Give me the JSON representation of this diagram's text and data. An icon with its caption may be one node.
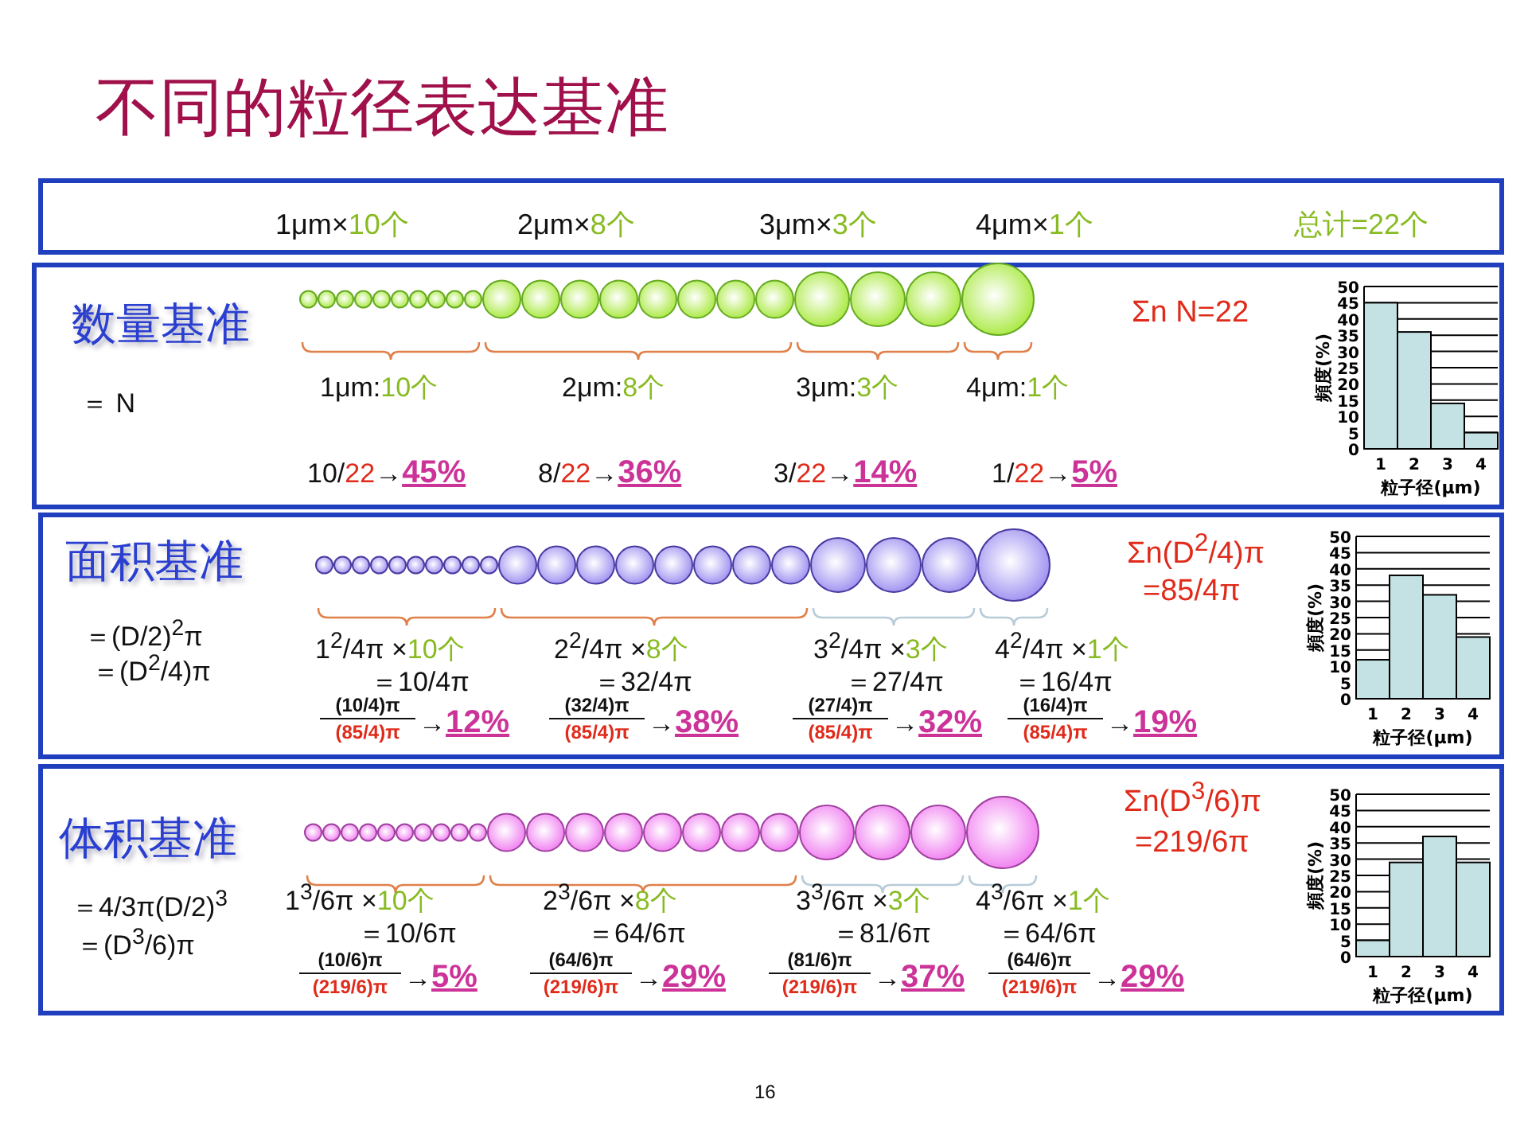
{
  "diagram": {
    "title": "不同的粒径表达基准",
    "nodes": [
      {
        "text": [
          "1μm×10个",
          "2μm×8个",
          "3μm×3个",
          "4μm×1个",
          "总计=22个"
        ]
      },
      {
        "text": [
          "数量基准",
          "Σn N=22",
          "＝ N",
          "1μm:10个",
          "2μm:8个",
          "3μm:3个",
          "4μm:1个",
          "10/22→45%",
          "8/22→36%",
          "3/22→14%",
          "1/22→5%"
        ]
      },
      {
        "text": [
          "面积基准",
          "Σn(D$^{2}$/4)π",
          "=85/4π",
          "＝(D/2)$^{2}$π",
          "＝(D$^{2}$/4)π",
          "1$^{2}$/4π ×10个",
          "2$^{2}$/4π ×8个",
          "3$^{2}$/4π ×3个",
          "4$^{2}$/4π ×1个",
          "＝10/4π",
          "＝32/4π",
          "＝27/4π",
          "＝16/4π",
          "(10/4)π",
          "(85/4)π",
          "→12%",
          "(32/4)π",
          "(85/4)π",
          "→38%",
          "(27/4)π",
          "(85/4)π",
          "→32%",
          "(16/4)π",
          "(85/4)π",
          "→19%"
        ]
      },
      {
        "text": [
          "体积基准",
          "Σn(D$^{3}$/6)π",
          "=219/6π",
          "＝4/3π(D/2)$^{3}$",
          "＝(D$^{3}$/6)π",
          "1$^{3}$/6π ×10个",
          "2$^{3}$/6π ×8个",
          "3$^{3}$/6π ×3个",
          "4$^{3}$/6π ×1个",
          "＝10/6π",
          "＝64/6π",
          "＝81/6π",
          "＝64/6π",
          "(10/6)π",
          "(219/6)π",
          "→5%",
          "(64/6)π",
          "(219/6)π",
          "→29%",
          "(81/6)π",
          "(219/6)π",
          "→37%",
          "(64/6)π",
          "(219/6)π",
          "→29%"
        ]
      }
    ],
    "labels": [
      "16"
    ],
    "chart_data": [
      {
        "type": "bar",
        "xlabel": "粒子径(μm)",
        "ylabel": "頻度(%)",
        "categories": [
          "1",
          "2",
          "3",
          "4"
        ],
        "series": [
          {
            "color": "#c4e2e4",
            "values": [
              45,
              36,
              14,
              5
            ]
          }
        ],
        "grid": true,
        "ylim": [
          0,
          50
        ],
        "yticks": [
          0,
          5,
          10,
          15,
          20,
          25,
          30,
          35,
          40,
          45,
          50
        ]
      },
      {
        "type": "bar",
        "xlabel": "粒子径(μm)",
        "ylabel": "頻度(%)",
        "categories": [
          "1",
          "2",
          "3",
          "4"
        ],
        "series": [
          {
            "color": "#c4e2e4",
            "values": [
              12,
              38,
              32,
              19
            ]
          }
        ],
        "grid": true,
        "ylim": [
          0,
          50
        ],
        "yticks": [
          0,
          5,
          10,
          15,
          20,
          25,
          30,
          35,
          40,
          45,
          50
        ]
      },
      {
        "type": "bar",
        "xlabel": "粒子径(μm)",
        "ylabel": "頻度(%)",
        "categories": [
          "1",
          "2",
          "3",
          "4"
        ],
        "series": [
          {
            "color": "#c4e2e4",
            "values": [
              5,
              29,
              37,
              29
            ]
          }
        ],
        "grid": true,
        "ylim": [
          0,
          50
        ],
        "yticks": [
          0,
          5,
          10,
          15,
          20,
          25,
          30,
          35,
          40,
          45,
          50
        ]
      }
    ]
  }
}
